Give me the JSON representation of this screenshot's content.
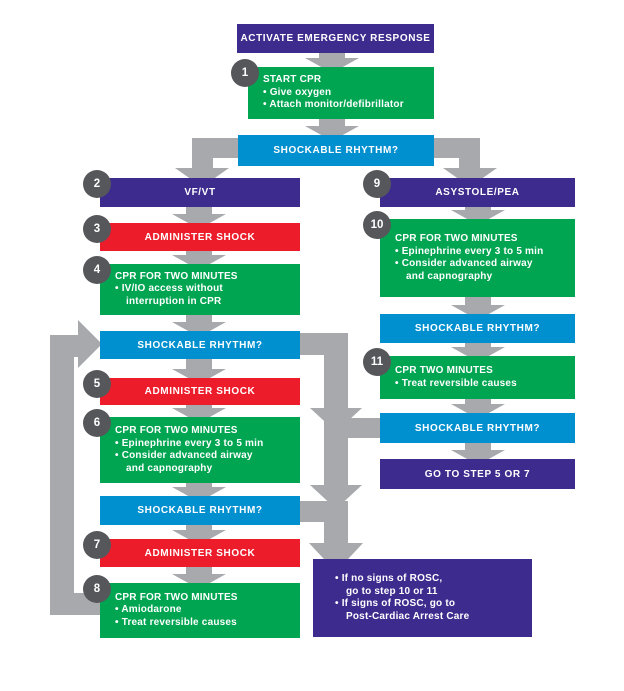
{
  "colors": {
    "purple": "#3e2b8e",
    "green": "#00a551",
    "red": "#ec1c2a",
    "blue": "#0090d0",
    "arrow": "#a7a9ac",
    "step_badge": "#55575b",
    "text": "#ffffff",
    "background": "#ffffff"
  },
  "nodes": [
    {
      "id": "activate",
      "label": "ACTIVATE EMERGENCY RESPONSE"
    },
    {
      "id": "start-cpr",
      "step": "1",
      "title": "START CPR",
      "bullets": [
        "Give oxygen",
        "Attach monitor/defibrillator"
      ]
    },
    {
      "id": "shockable-top",
      "label": "SHOCKABLE RHYTHM?"
    },
    {
      "id": "vf-vt",
      "step": "2",
      "label": "VF/VT"
    },
    {
      "id": "shock-3",
      "step": "3",
      "label": "ADMINISTER SHOCK"
    },
    {
      "id": "cpr-4",
      "step": "4",
      "title": "CPR FOR TWO MINUTES",
      "bullets": [
        "IV/IO access without\ninterruption in CPR"
      ]
    },
    {
      "id": "shockable-left-1",
      "label": "SHOCKABLE RHYTHM?"
    },
    {
      "id": "shock-5",
      "step": "5",
      "label": "ADMINISTER SHOCK"
    },
    {
      "id": "cpr-6",
      "step": "6",
      "title": "CPR FOR TWO MINUTES",
      "bullets": [
        "Epinephrine every 3 to 5 min",
        "Consider advanced airway\nand capnography"
      ]
    },
    {
      "id": "shockable-left-2",
      "label": "SHOCKABLE RHYTHM?"
    },
    {
      "id": "shock-7",
      "step": "7",
      "label": "ADMINISTER SHOCK"
    },
    {
      "id": "cpr-8",
      "step": "8",
      "title": "CPR FOR TWO MINUTES",
      "bullets": [
        "Amiodarone",
        "Treat reversible causes"
      ]
    },
    {
      "id": "asystole-pea",
      "step": "9",
      "label": "ASYSTOLE/PEA"
    },
    {
      "id": "cpr-10",
      "step": "10",
      "title": "CPR FOR TWO MINUTES",
      "bullets": [
        "Epinephrine every 3 to 5 min",
        "Consider advanced airway\nand capnography"
      ]
    },
    {
      "id": "shockable-right-1",
      "label": "SHOCKABLE RHYTHM?"
    },
    {
      "id": "cpr-11",
      "step": "11",
      "title": "CPR TWO MINUTES",
      "bullets": [
        "Treat reversible causes"
      ]
    },
    {
      "id": "shockable-right-2",
      "label": "SHOCKABLE RHYTHM?"
    },
    {
      "id": "goto-5-7",
      "label": "GO TO STEP 5 OR 7"
    },
    {
      "id": "rosc",
      "bullets": [
        "If no signs of ROSC,\ngo to step 10 or 11",
        "If signs of ROSC, go to\nPost-Cardiac Arrest Care"
      ]
    }
  ]
}
